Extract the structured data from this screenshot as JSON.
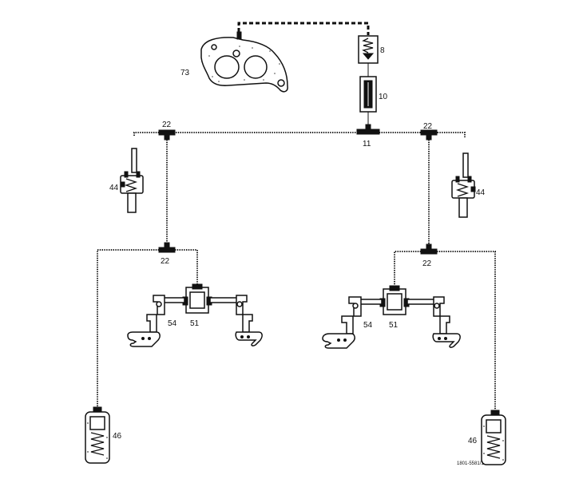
{
  "labels": {
    "manifold": "73",
    "valve": "8",
    "reservoir": "10",
    "tee_center": "11",
    "tee": "22",
    "element": "44",
    "unit": "46",
    "lever": "54",
    "chamber": "51"
  },
  "drawing_code": "1801-5581/1"
}
